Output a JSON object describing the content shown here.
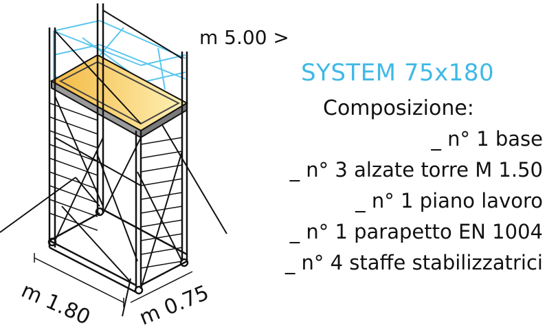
{
  "height_label": "m 5.00 >",
  "title": "SYSTEM 75x180",
  "composition": {
    "heading": "Composizione:",
    "items": [
      "_ n° 1 base",
      "_ n° 3 alzate torre M 1.50",
      "_ n° 1 piano lavoro",
      "_ n° 1 parapetto EN 1004",
      "_ n° 4 staffe stabilizzatrici"
    ]
  },
  "dimensions": {
    "length": "m 1.80",
    "width": "m 0.75"
  },
  "colors": {
    "title": "#3fb8e6",
    "guardrail": "#5cc6ee",
    "platform_fill": "#f4c54a",
    "frame": "#111111"
  }
}
